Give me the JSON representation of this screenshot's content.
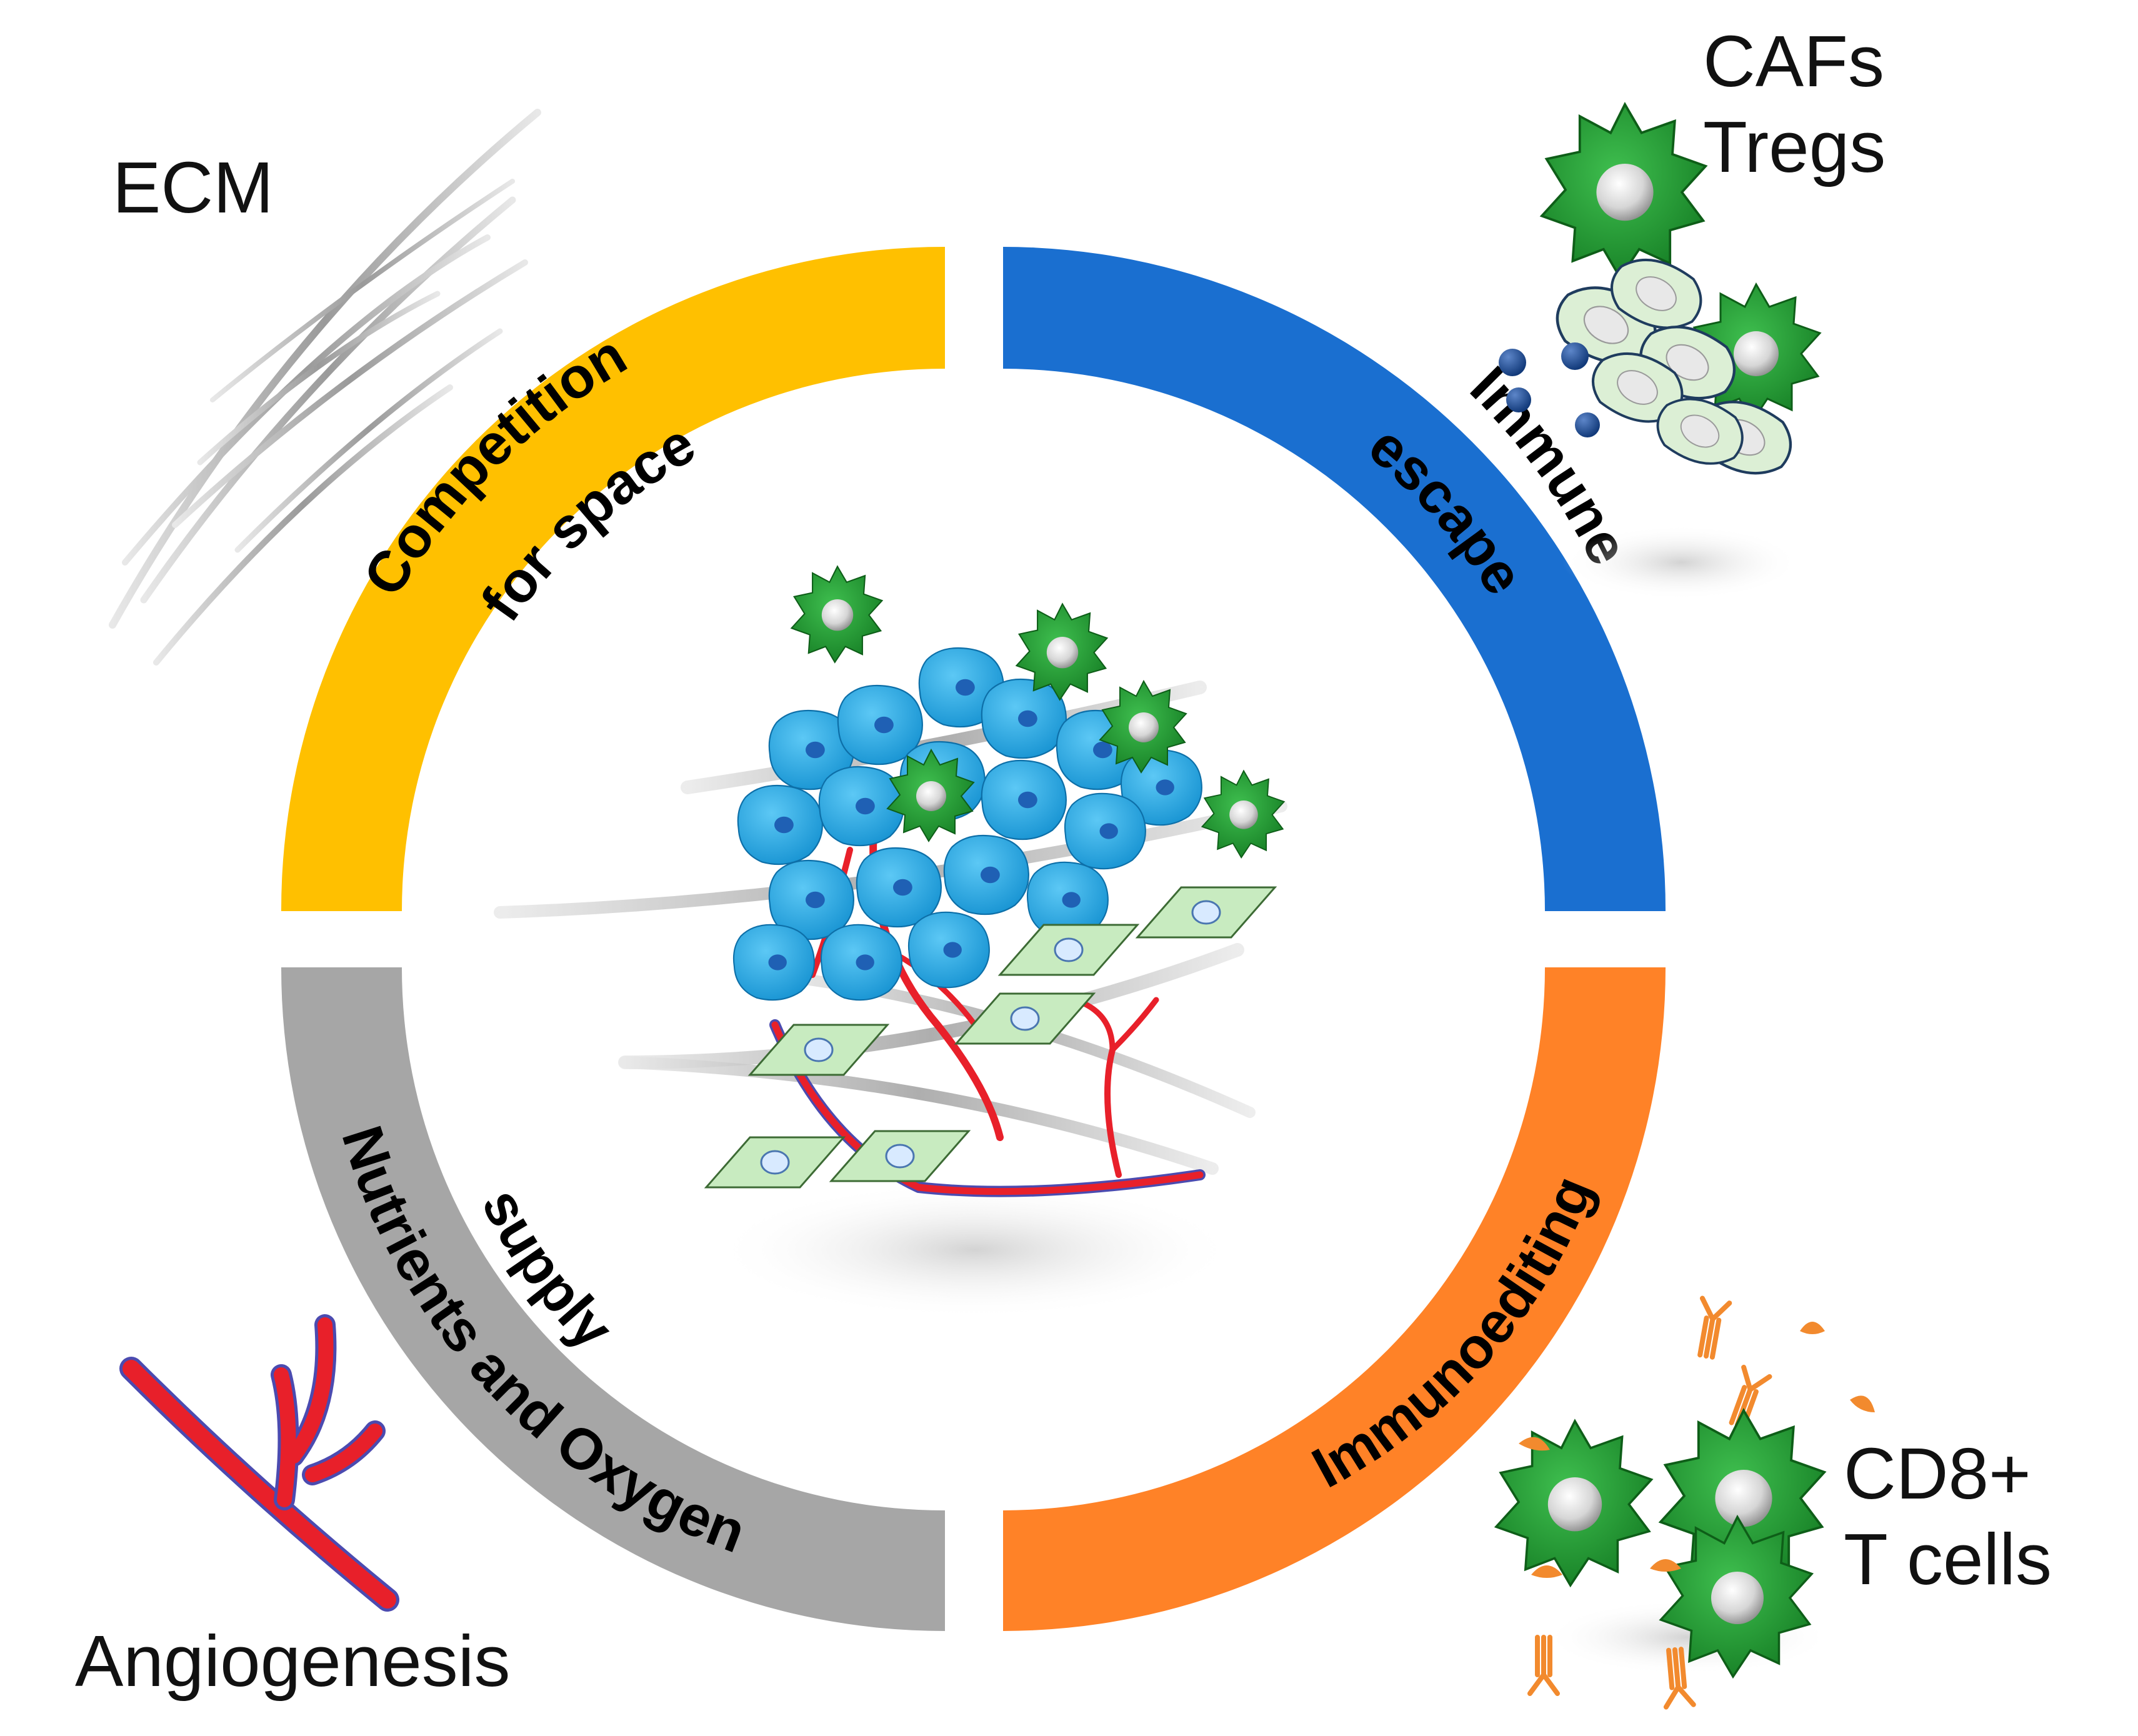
{
  "diagram": {
    "segments": [
      {
        "id": "competition",
        "lines": [
          "Competition",
          "for space"
        ],
        "color": "#FFC000"
      },
      {
        "id": "immune-escape",
        "lines": [
          "Immune",
          "escape"
        ],
        "color": "#1A6FD0"
      },
      {
        "id": "immunoediting",
        "lines": [
          "Immunoediting"
        ],
        "color": "#FF8227"
      },
      {
        "id": "nutrients",
        "lines": [
          "Nutrients and Oxygen",
          "supply"
        ],
        "color": "#A6A6A6"
      }
    ],
    "corners": {
      "ecm": "ECM",
      "cafs_line1": "CAFs",
      "cafs_line2": "Tregs",
      "angiogenesis": "Angiogenesis",
      "cd8_line1": "CD8+",
      "cd8_line2": "T cells"
    },
    "icons": {
      "ecm": "ecm-fibers-icon",
      "cafs": "cafs-tregs-cells-icon",
      "angiogenesis": "blood-vessel-icon",
      "cd8": "cd8-t-cells-icon",
      "center": "tumor-microenvironment-icon"
    }
  }
}
